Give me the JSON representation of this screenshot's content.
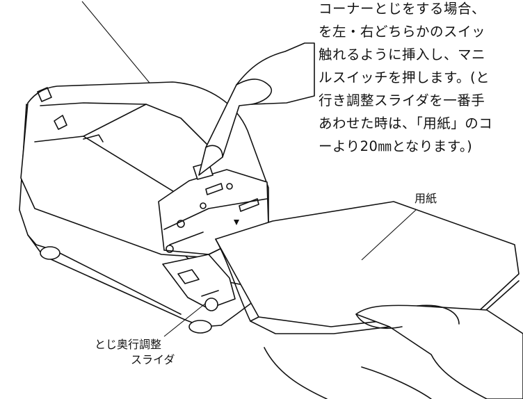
{
  "instructions": [
    "コーナーとじをする場合、",
    "を左・右どちらかのスイッ",
    "触れるように挿入し、マニ",
    "ルスイッチを押します。(と",
    "行き調整スライダを一番手",
    "あわせた時は、「用紙」のコ",
    "ーより20㎜となります。)"
  ],
  "labels": {
    "paper": "用紙",
    "slider_line1": "とじ奥行調整",
    "slider_line2": "スライダ"
  }
}
